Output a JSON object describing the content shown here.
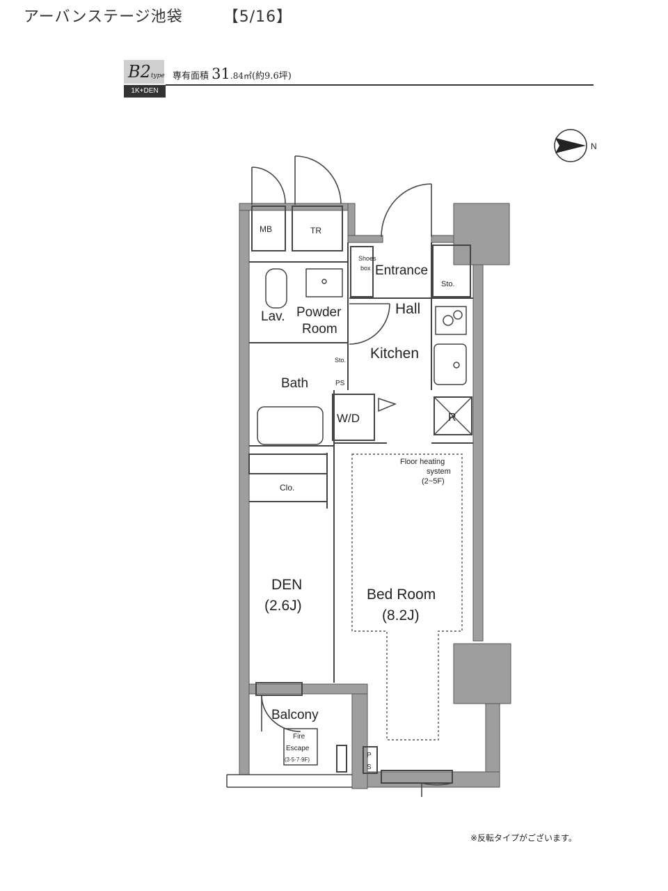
{
  "page_title": "アーバンステージ池袋",
  "page_number": "【5/16】",
  "unit": {
    "type_code": "B2",
    "type_suffix": "type",
    "layout": "1K+DEN",
    "area_label": "専有面積",
    "area_int": "31",
    "area_dec": ".84㎡",
    "area_tsubo": "(約9.6坪)"
  },
  "compass": {
    "label": "N"
  },
  "rooms": {
    "mb": "MB",
    "tr": "TR",
    "shoes_box_1": "Shoes",
    "shoes_box_2": "box",
    "entrance": "Entrance",
    "sto_entrance": "Sto.",
    "lav": "Lav.",
    "powder_1": "Powder",
    "powder_2": "Room",
    "hall": "Hall",
    "kitchen": "Kitchen",
    "sto_small": "Sto.",
    "ps_bath": "PS",
    "bath": "Bath",
    "wd": "W/D",
    "r": "R",
    "floor_heating_1": "Floor heating",
    "floor_heating_2": "system",
    "floor_heating_3": "(2~5F)",
    "clo": "Clo.",
    "den_name": "DEN",
    "den_size": "(2.6J)",
    "bed_name": "Bed Room",
    "bed_size": "(8.2J)",
    "balcony": "Balcony",
    "fire_1": "Fire",
    "fire_2": "Escape",
    "fire_3": "(3·5·7·9F)",
    "ps_balcony_1": "P",
    "ps_balcony_2": "S"
  },
  "footnote": "※反転タイプがございます。"
}
